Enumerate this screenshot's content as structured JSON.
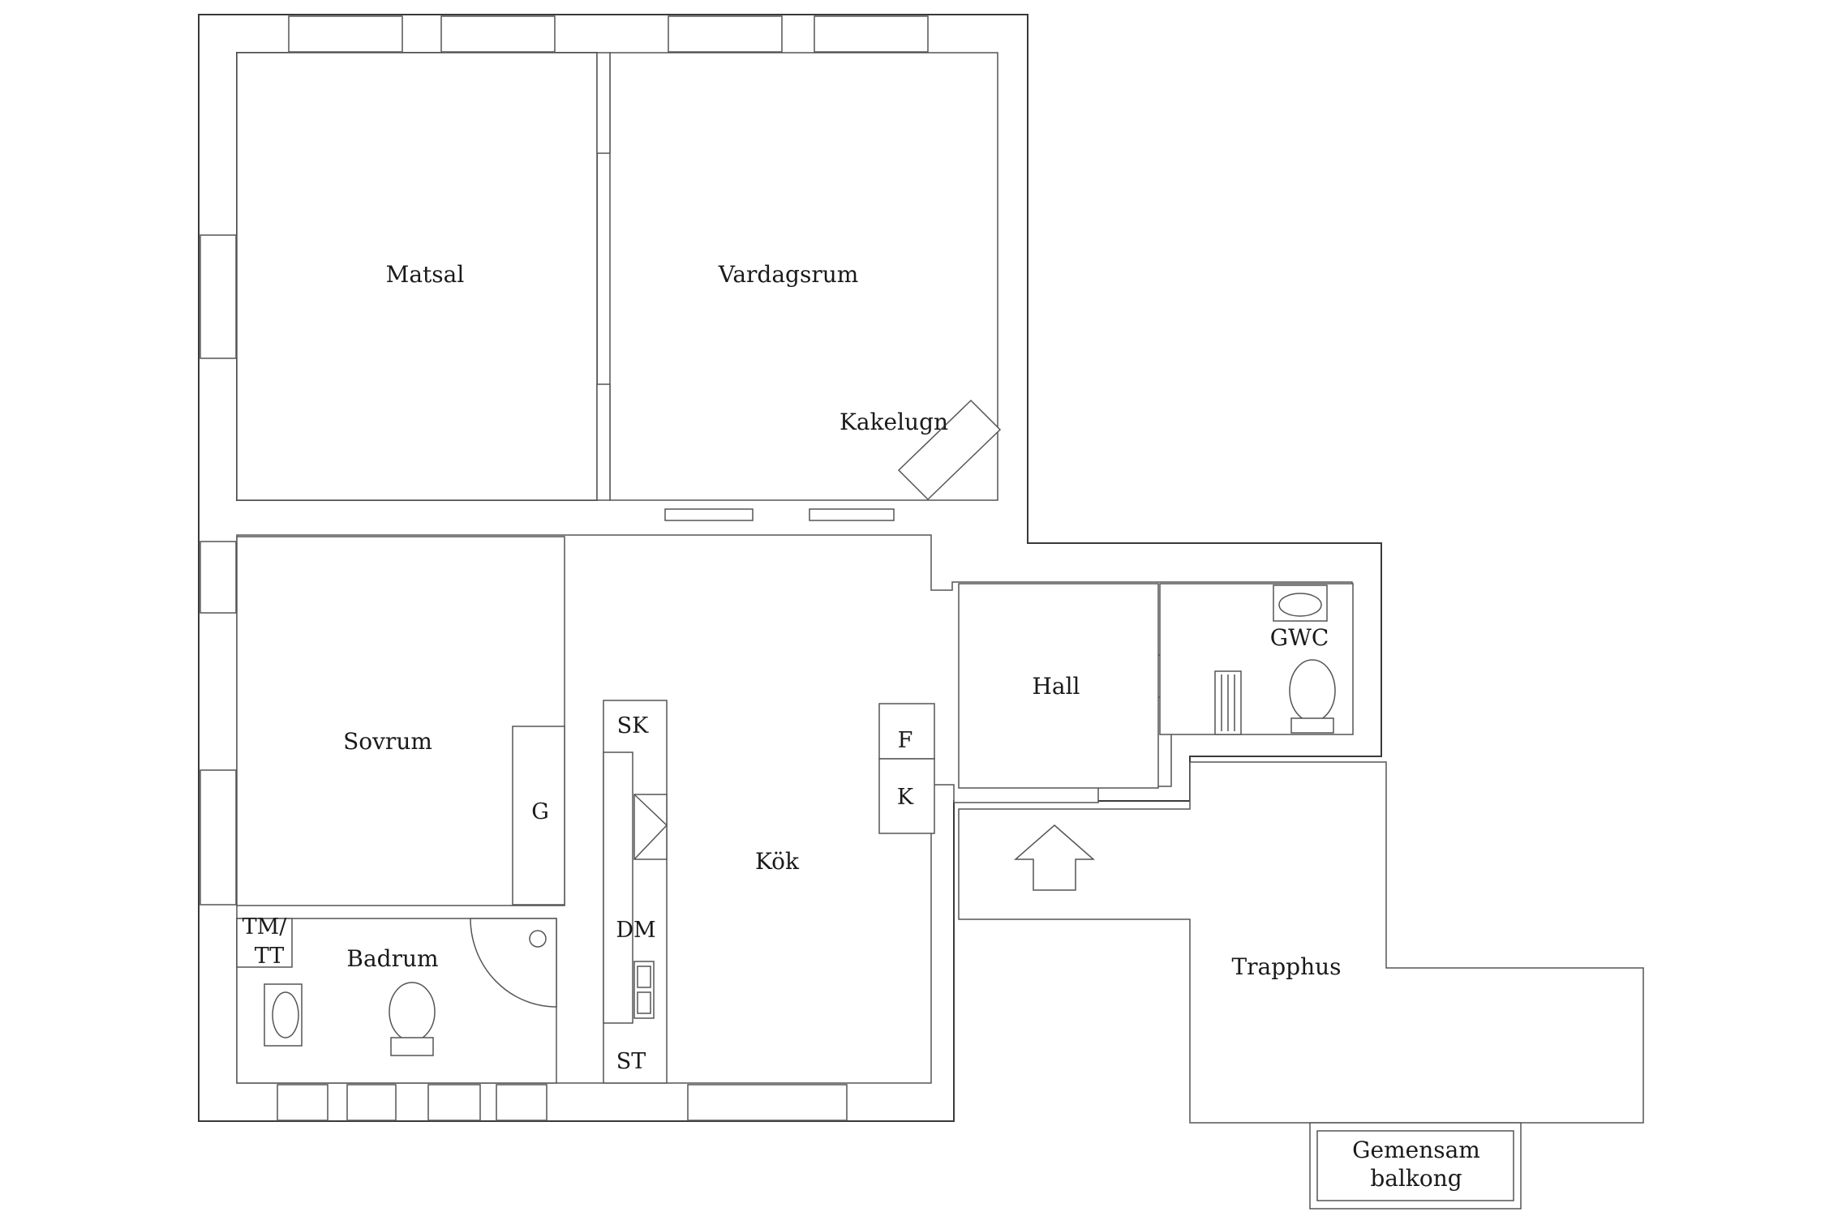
{
  "rooms": {
    "matsal": "Matsal",
    "vardagsrum": "Vardagsrum",
    "kakelugn": "Kakelugn",
    "sovrum": "Sovrum",
    "badrum": "Badrum",
    "kok": "Kök",
    "hall": "Hall",
    "gwc": "GWC",
    "trapphus": "Trapphus",
    "balkong_line1": "Gemensam",
    "balkong_line2": "balkong"
  },
  "fixtures": {
    "sk": "SK",
    "dm": "DM",
    "st": "ST",
    "f": "F",
    "k": "K",
    "g": "G",
    "tm_line1": "TM/",
    "tm_line2": "TT"
  },
  "icons": {
    "entrance": "entrance-arrow-icon",
    "toilet": "toilet-icon",
    "sink": "sink-icon",
    "shower": "shower-icon",
    "radiator": "radiator-icon",
    "stove": "stove-icon",
    "kitchen_sink": "kitchen-sink-icon"
  },
  "colors": {
    "walls": "#3a3a3a",
    "background": "#ffffff"
  }
}
